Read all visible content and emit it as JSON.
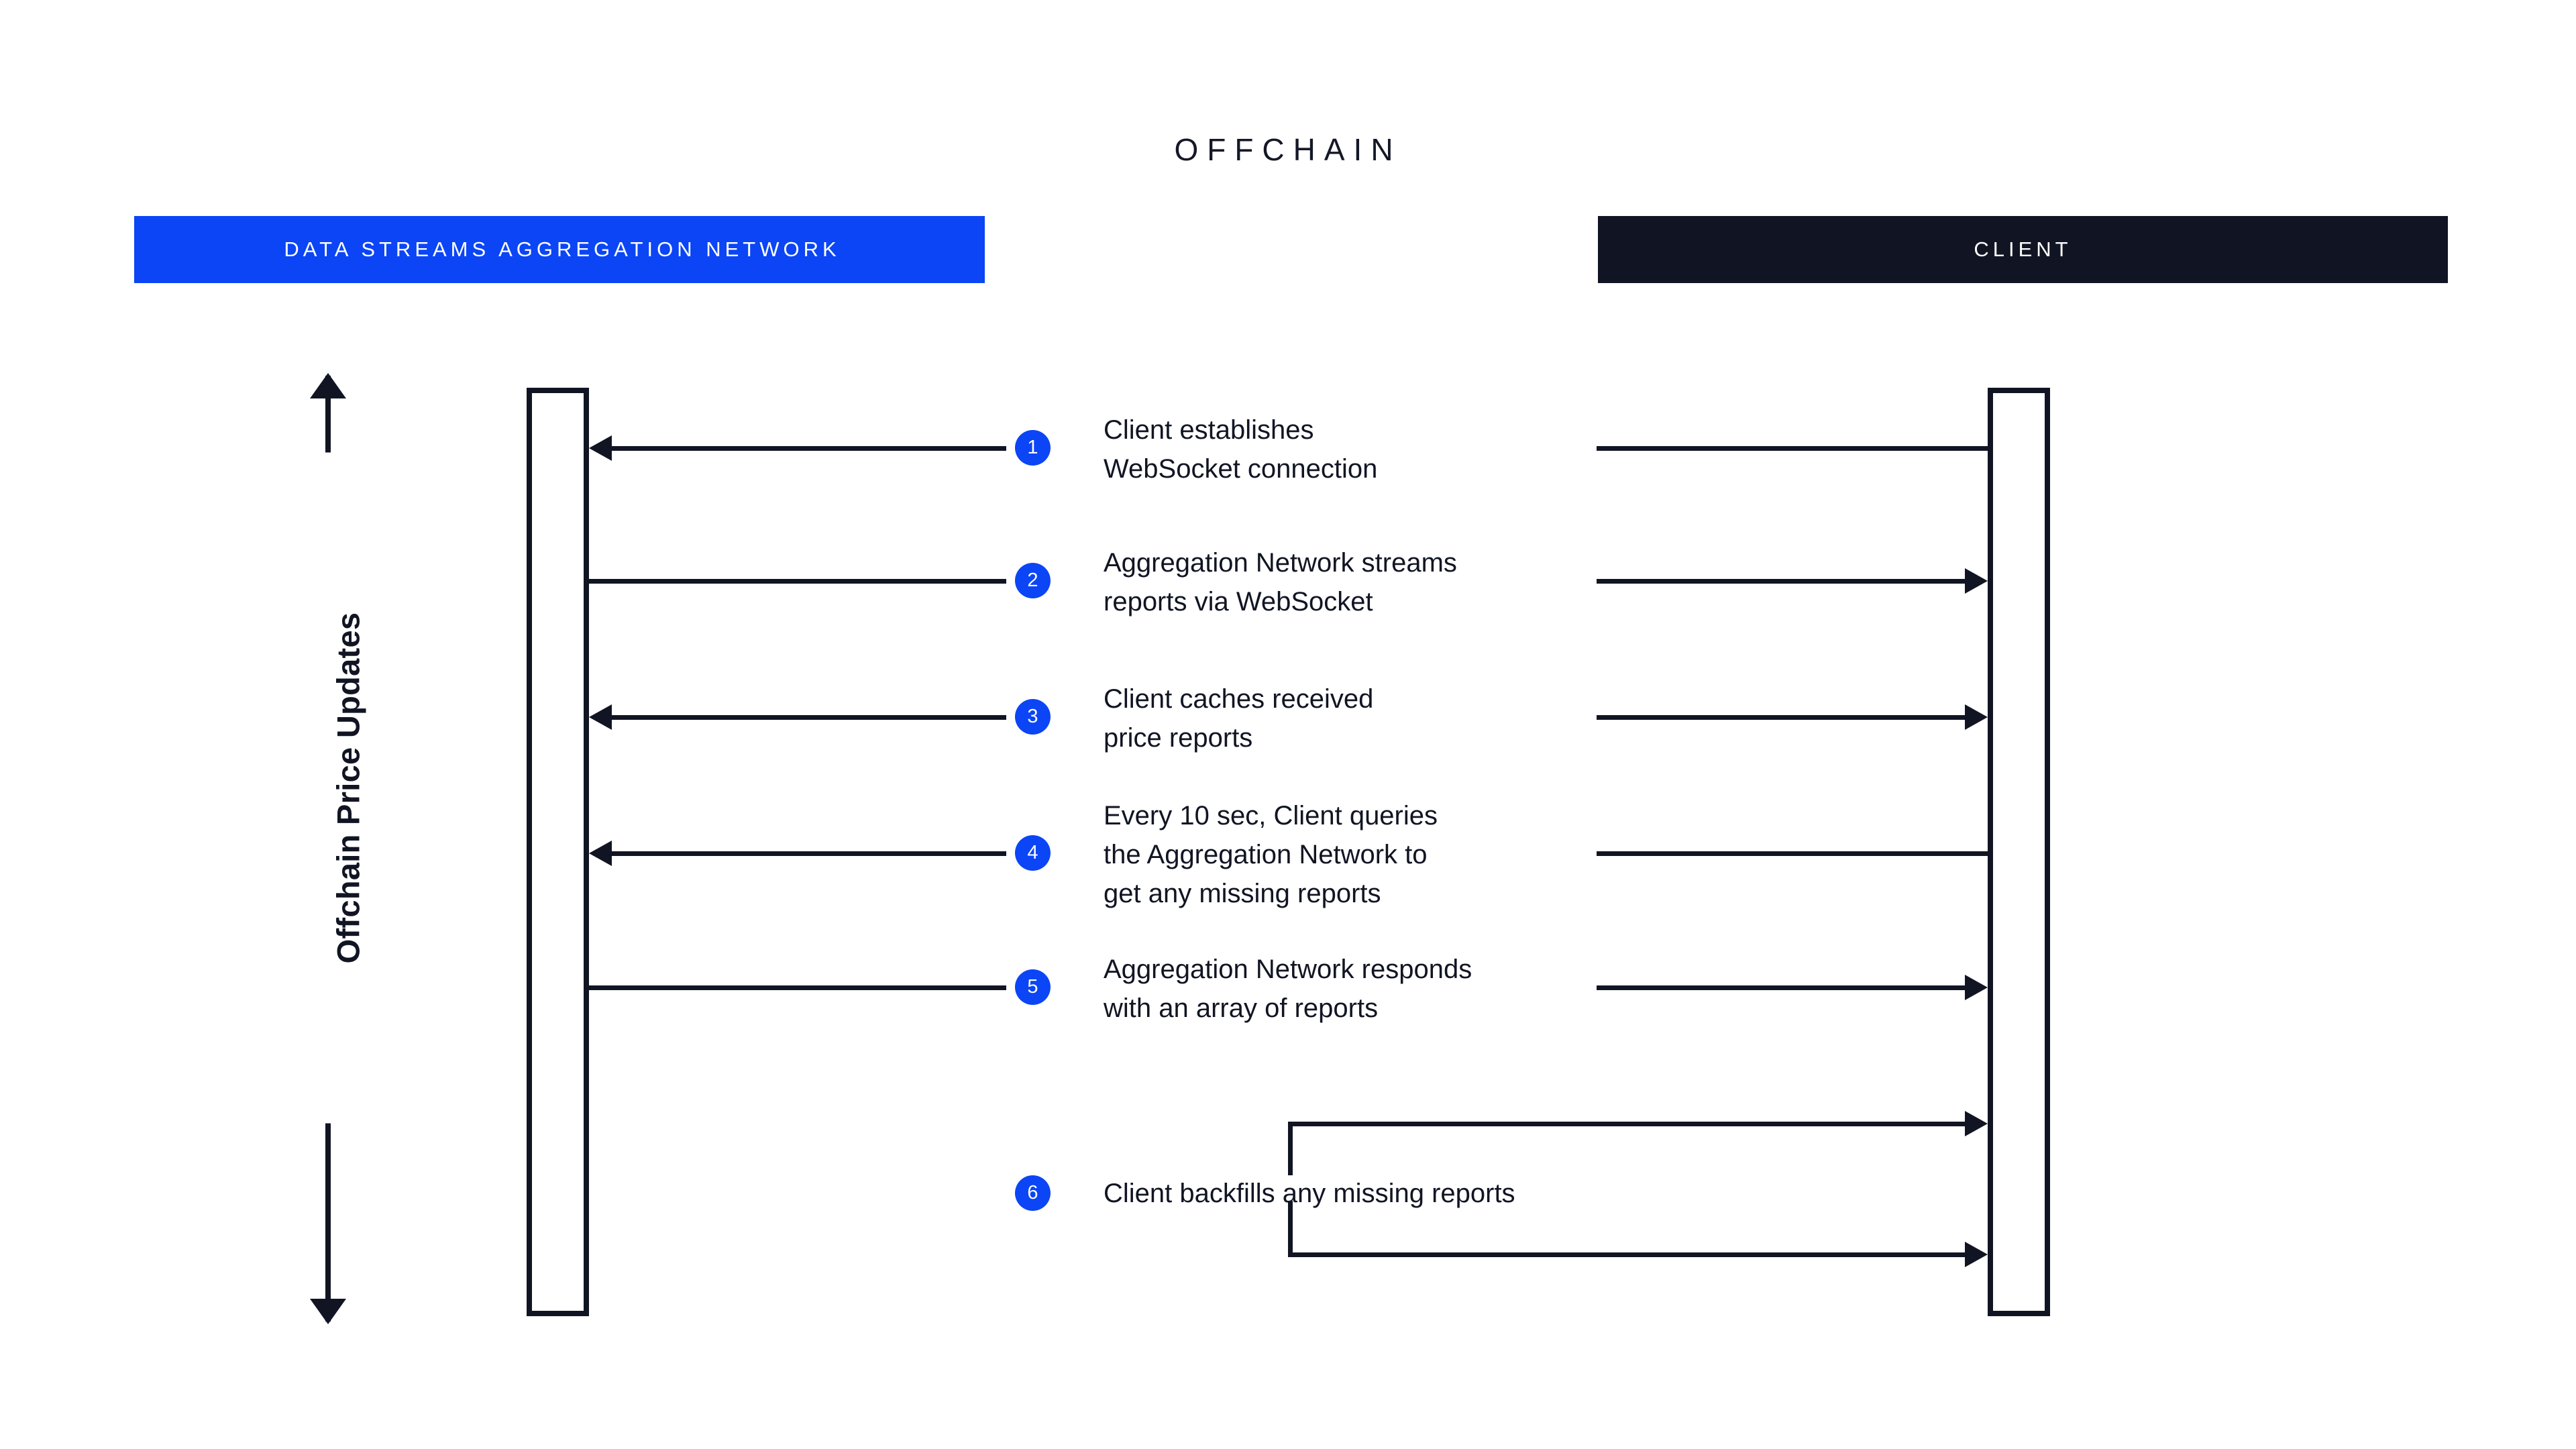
{
  "diagram": {
    "title": "OFFCHAIN",
    "domain_type": "sequence-diagram",
    "background": "#ffffff",
    "colors": {
      "accent_blue": "#0b45f5",
      "dark": "#111523",
      "white": "#ffffff"
    }
  },
  "actors": [
    {
      "id": "aggregation-network",
      "label": "DATA STREAMS AGGREGATION NETWORK",
      "header_bg": "#0b45f5",
      "header_text": "#ffffff"
    },
    {
      "id": "client",
      "label": "CLIENT",
      "header_bg": "#111523",
      "header_text": "#ffffff"
    }
  ],
  "axis": {
    "label": "Offchain Price Updates",
    "orientation": "vertical",
    "arrowheads": "both"
  },
  "steps": [
    {
      "number": "1",
      "text": "Client establishes\nWebSocket connection",
      "direction": "client-to-network",
      "left_arrowhead": true,
      "right_arrowhead": false
    },
    {
      "number": "2",
      "text": "Aggregation Network streams\nreports via WebSocket",
      "direction": "network-to-client",
      "left_arrowhead": false,
      "right_arrowhead": true
    },
    {
      "number": "3",
      "text": "Client caches received\nprice reports",
      "direction": "bidirectional",
      "left_arrowhead": true,
      "right_arrowhead": true
    },
    {
      "number": "4",
      "text": "Every 10 sec, Client queries\nthe Aggregation Network to\nget any missing reports",
      "direction": "client-to-network",
      "left_arrowhead": true,
      "right_arrowhead": false
    },
    {
      "number": "5",
      "text": "Aggregation Network responds\nwith an array of reports",
      "direction": "network-to-client",
      "left_arrowhead": false,
      "right_arrowhead": true
    },
    {
      "number": "6",
      "text": "Client backfills any missing reports",
      "direction": "client-self-loop",
      "left_arrowhead": false,
      "right_arrowhead": true
    }
  ]
}
